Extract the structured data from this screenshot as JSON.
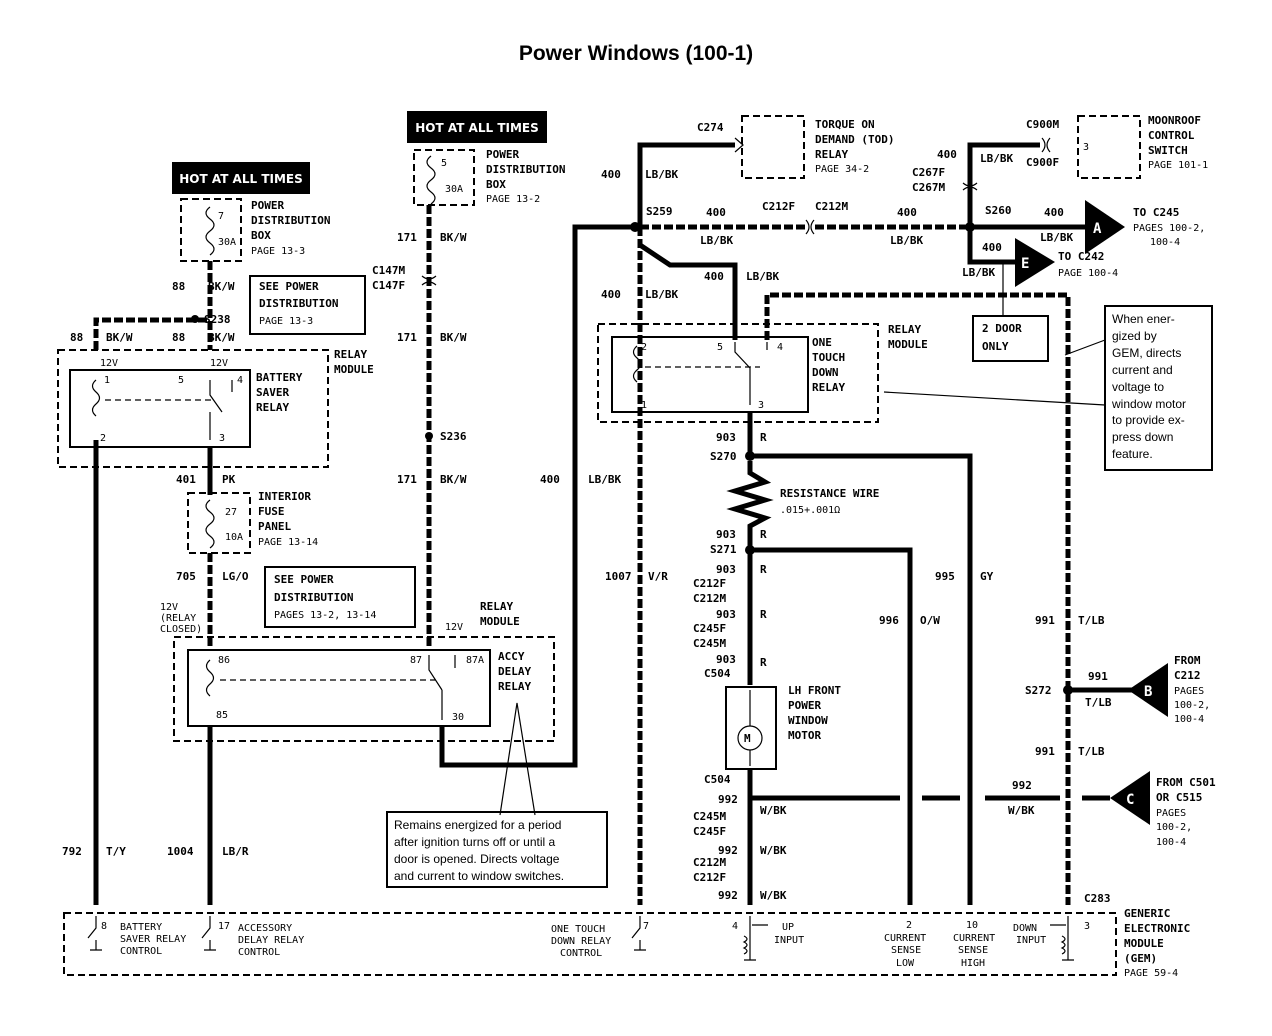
{
  "title": "Power Windows (100-1)",
  "hot_headers": [
    "HOT AT ALL TIMES",
    "HOT AT ALL TIMES"
  ],
  "left_fuse_box": {
    "lines": [
      "POWER",
      "DISTRIBUTION",
      "BOX",
      "PAGE  13-3"
    ],
    "fuse": "7",
    "amps": "30A"
  },
  "mid_fuse_box": {
    "lines": [
      "POWER",
      "DISTRIBUTION",
      "BOX",
      "PAGE  13-2"
    ],
    "fuse": "5",
    "amps": "30A"
  },
  "see_power_1": [
    "SEE  POWER",
    "DISTRIBUTION",
    "PAGE  13-3"
  ],
  "see_power_2": [
    "SEE  POWER",
    "DISTRIBUTION",
    "PAGES  13-2,  13-14"
  ],
  "relay_module_label": [
    "RELAY",
    "MODULE"
  ],
  "battery_saver": {
    "lines": [
      "BATTERY",
      "SAVER",
      "RELAY"
    ],
    "pins": [
      "1",
      "5",
      "4",
      "2",
      "3"
    ],
    "voltage": "12V"
  },
  "interior_fuse": {
    "lines": [
      "INTERIOR",
      "FUSE",
      "PANEL",
      "PAGE  13-14"
    ],
    "fuse": "27",
    "amps": "10A"
  },
  "relay_closed_note": [
    "12V",
    "(RELAY",
    "CLOSED)"
  ],
  "accy_relay": {
    "lines": [
      "ACCY",
      "DELAY",
      "RELAY"
    ],
    "pins": [
      "86",
      "87",
      "87A",
      "85",
      "30"
    ],
    "voltage": "12V"
  },
  "one_touch": {
    "lines": [
      "ONE",
      "TOUCH",
      "DOWN",
      "RELAY"
    ],
    "pins": [
      "2",
      "5",
      "4",
      "1",
      "3"
    ]
  },
  "tod": [
    "TORQUE  ON",
    "DEMAND  (TOD)",
    "RELAY",
    "PAGE  34-2"
  ],
  "moonroof": {
    "lines": [
      "MOONROOF",
      "CONTROL",
      "SWITCH",
      "PAGE  101-1"
    ],
    "pin": "3"
  },
  "motor": {
    "lines": [
      "LH  FRONT",
      "POWER",
      "WINDOW",
      "MOTOR"
    ],
    "symbol": "M"
  },
  "resistance": {
    "label": "RESISTANCE  WIRE",
    "value": ".015+.001Ω"
  },
  "two_door": [
    "2  DOOR",
    "ONLY"
  ],
  "wires": {
    "w88a": "88",
    "bkw": "BK/W",
    "w88b": "88",
    "w88c": "88",
    "w171": "171",
    "w401": "401",
    "pk": "PK",
    "w705": "705",
    "lgo": "LG/O",
    "w792": "792",
    "ty": "T/Y",
    "w1004": "1004",
    "lbr": "LB/R",
    "w400": "400",
    "lbbk": "LB/BK",
    "w1007": "1007",
    "vr": "V/R",
    "w903": "903",
    "r": "R",
    "w996": "996",
    "ow": "O/W",
    "w995": "995",
    "gy": "GY",
    "w991": "991",
    "tlb": "T/LB",
    "w992": "992",
    "wbk": "W/BK"
  },
  "splices": [
    "S238",
    "S236",
    "S259",
    "S260",
    "S270",
    "S271",
    "S272"
  ],
  "connectors": [
    "C147M",
    "C147F",
    "C274",
    "C212F",
    "C212M",
    "C900M",
    "C900F",
    "C267F",
    "C267M",
    "C245F",
    "C245M",
    "C504",
    "C283"
  ],
  "offpage": [
    {
      "letter": "A",
      "lines": [
        "TO C245",
        "PAGES  100-2,",
        "100-4"
      ]
    },
    {
      "letter": "E",
      "lines": [
        "TO C242",
        "PAGE  100-4"
      ]
    },
    {
      "letter": "B",
      "lines": [
        "FROM",
        "C212",
        "PAGES",
        "100-2,",
        "100-4"
      ]
    },
    {
      "letter": "C",
      "lines": [
        "FROM  C501",
        "OR C515",
        "PAGES",
        "100-2,",
        "100-4"
      ]
    }
  ],
  "callout_gem": [
    "When  ener-",
    "gized by",
    "GEM, directs",
    "current and",
    "voltage to",
    "window motor",
    "to provide ex-",
    "press  down",
    "feature."
  ],
  "callout_accy": [
    "Remains energized for a period",
    "after ignition turns off or until a",
    "door is opened. Directs voltage",
    "and current to window switches."
  ],
  "gem_module": {
    "lines": [
      "GENERIC",
      "ELECTRONIC",
      "MODULE",
      "(GEM)",
      "PAGE  59-4"
    ]
  },
  "gem_pins": [
    {
      "pin": "8",
      "lines": [
        "BATTERY",
        "SAVER RELAY",
        "CONTROL"
      ]
    },
    {
      "pin": "17",
      "lines": [
        "ACCESSORY",
        "DELAY RELAY",
        "CONTROL"
      ]
    },
    {
      "pin": "7",
      "lines": [
        "ONE TOUCH",
        "DOWN RELAY",
        "CONTROL"
      ]
    },
    {
      "pin": "4",
      "lines": [
        "UP",
        "INPUT"
      ]
    },
    {
      "pin": "2",
      "lines": [
        "CURRENT",
        "SENSE",
        "LOW"
      ]
    },
    {
      "pin": "10",
      "lines": [
        "CURRENT",
        "SENSE",
        "HIGH"
      ]
    },
    {
      "pin": "3",
      "lines": [
        "DOWN",
        "INPUT"
      ]
    }
  ]
}
